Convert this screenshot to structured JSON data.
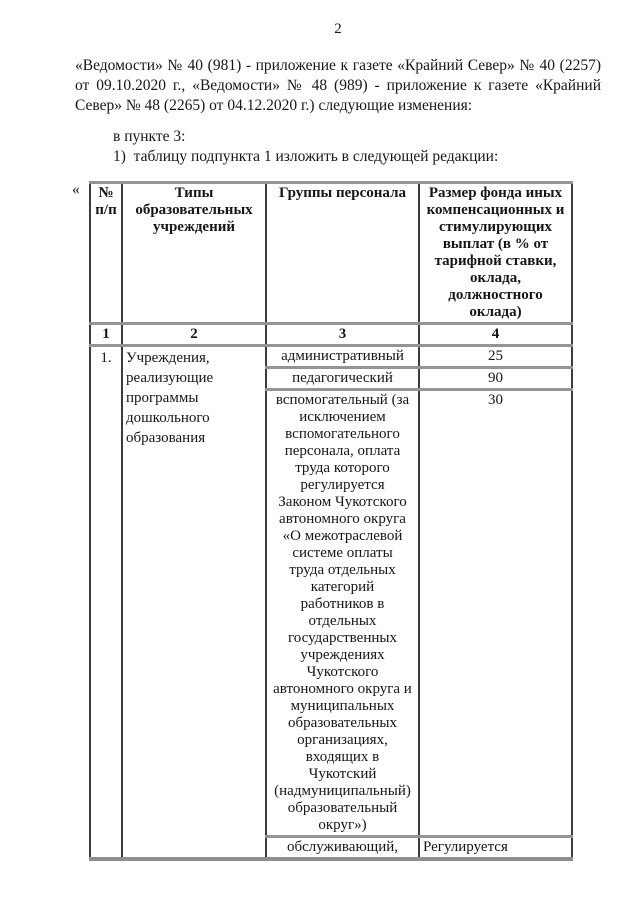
{
  "document": {
    "page_number": "2",
    "paragraph_lines": [
      "«Ведомости» № 40 (981) - приложение к газете «Крайний Север» № 40 (2257)",
      "от 09.10.2020 г., «Ведомости» № 48 (989) - приложение к газете «Крайний",
      "Север» № 48 (2265) от 04.12.2020 г.) следующие изменения:"
    ],
    "point_line": "в пункте 3:",
    "subpoint_line": "1)  таблицу подпункта 1 изложить в следующей редакции:",
    "table_opening_quote": "«"
  },
  "table": {
    "column_headers": [
      "№\nп/п",
      "Типы\nобразовательных\nучреждений",
      "Группы персонала",
      "Размер фонда иных\nкомпенсационных и\nстимулирующих\nвыплат (в % от\nтарифной ставки,\nоклада,\nдолжностного\nоклада)"
    ],
    "column_numbers": [
      "1",
      "2",
      "3",
      "4"
    ],
    "row": {
      "num": "1.",
      "institution_type": "Учреждения,\nреализующие\nпрограммы\nдошкольного\nобразования",
      "personnel_groups": [
        {
          "group": "административный",
          "value": "25"
        },
        {
          "group": "педагогический",
          "value": "90"
        },
        {
          "group": "вспомогательный (за\nисключением\nвспомогательного\nперсонала, оплата\nтруда которого\nрегулируется\nЗаконом Чукотского\nавтономного округа\n«О межотраслевой\nсистеме оплаты\nтруда отдельных\nкатегорий\nработников в\nотдельных\nгосударственных\nучреждениях\nЧукотского\nавтономного округа и\nмуниципальных\nобразовательных\nорганизациях,\nвходящих в\nЧукотский\n(надмуниципальный)\nобразовательный\nокруг»)",
          "value": "30"
        },
        {
          "group": "обслуживающий,",
          "value": "Регулируется"
        }
      ]
    }
  }
}
